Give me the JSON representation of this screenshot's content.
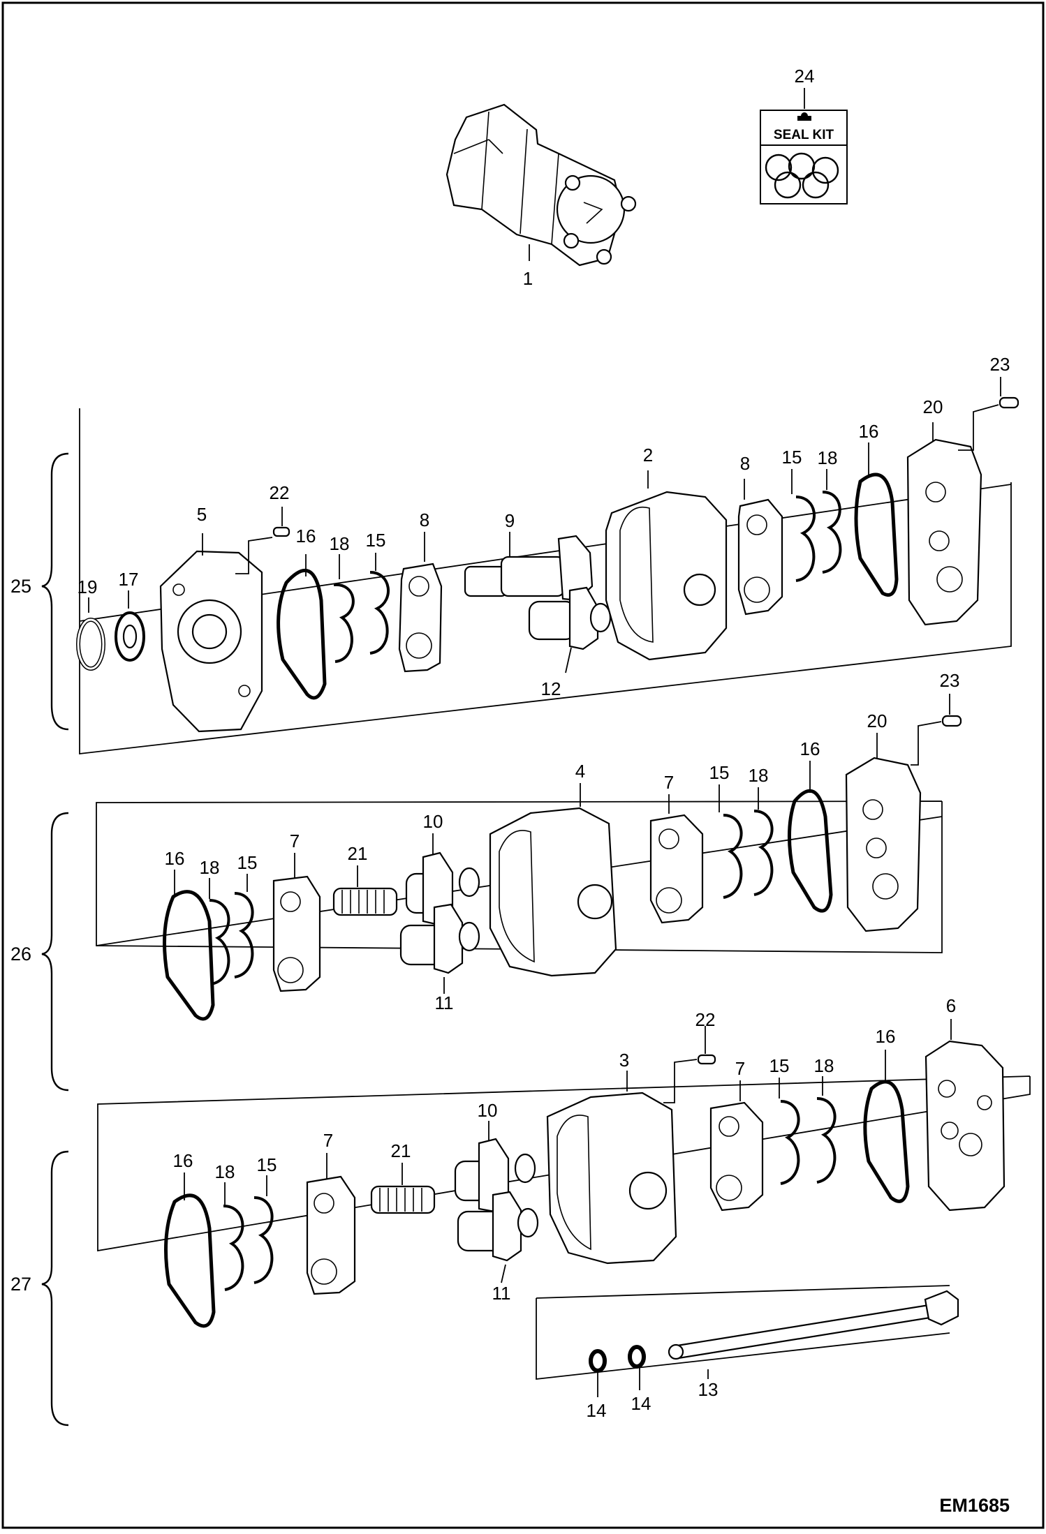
{
  "diagram": {
    "code": "EM1685",
    "seal_kit_label": "SEAL KIT",
    "groups": [
      {
        "label": "25"
      },
      {
        "label": "26"
      },
      {
        "label": "27"
      }
    ],
    "callouts": {
      "p1": "1",
      "p24": "24",
      "s1_23": "23",
      "s1_20": "20",
      "s1_16r": "16",
      "s1_18r": "18",
      "s1_15r": "15",
      "s1_8r": "8",
      "s1_2": "2",
      "s1_9": "9",
      "s1_8l": "8",
      "s1_15l": "15",
      "s1_18l": "18",
      "s1_16l": "16",
      "s1_22": "22",
      "s1_5": "5",
      "s1_17": "17",
      "s1_19": "19",
      "s1_12": "12",
      "s2_23": "23",
      "s2_20": "20",
      "s2_16r": "16",
      "s2_18r": "18",
      "s2_15r": "15",
      "s2_7r": "7",
      "s2_4": "4",
      "s2_10": "10",
      "s2_21": "21",
      "s2_7l": "7",
      "s2_15l": "15",
      "s2_18l": "18",
      "s2_16l": "16",
      "s2_11": "11",
      "s3_22": "22",
      "s3_6": "6",
      "s3_16r": "16",
      "s3_18r": "18",
      "s3_15r": "15",
      "s3_7r": "7",
      "s3_3": "3",
      "s3_10": "10",
      "s3_21": "21",
      "s3_7l": "7",
      "s3_15l": "15",
      "s3_18l": "18",
      "s3_16l": "16",
      "s3_11": "11",
      "s3_13": "13",
      "s3_14a": "14",
      "s3_14b": "14"
    }
  }
}
